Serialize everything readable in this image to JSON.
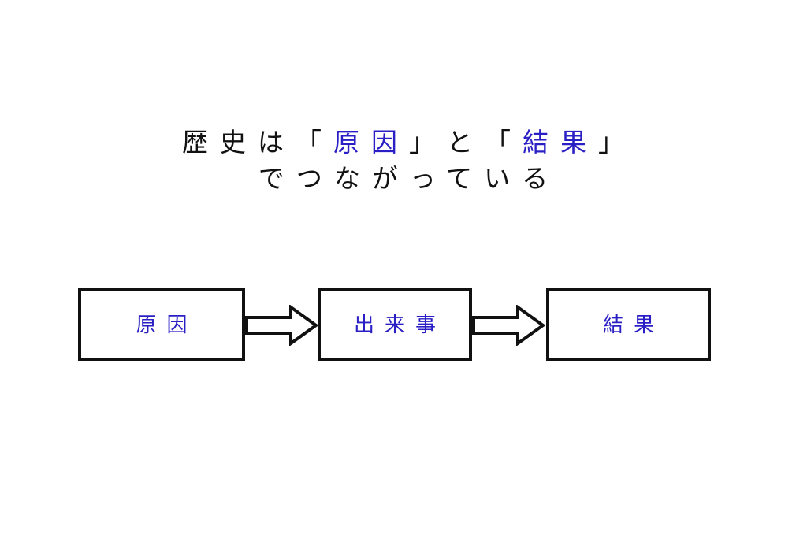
{
  "slide": {
    "background_color": "#ffffff",
    "accent_color": "#2a1fc4",
    "text_color": "#111111",
    "title": {
      "line1_part1": "歴史は「",
      "line1_highlight1": "原因",
      "line1_part2": "」と「",
      "line1_highlight2": "結果",
      "line1_part3": "」",
      "line2": "でつながっている",
      "full_text": "歴史は「原因」と「結果」でつながっている"
    },
    "diagram": {
      "type": "flow",
      "nodes": [
        {
          "id": "cause",
          "label": "原因"
        },
        {
          "id": "event",
          "label": "出来事"
        },
        {
          "id": "result",
          "label": "結果"
        }
      ],
      "connectors": [
        {
          "id": "arrow-1",
          "from": "cause",
          "to": "event",
          "icon": "block-arrow-right-icon"
        },
        {
          "id": "arrow-2",
          "from": "event",
          "to": "result",
          "icon": "block-arrow-right-icon"
        }
      ]
    }
  }
}
